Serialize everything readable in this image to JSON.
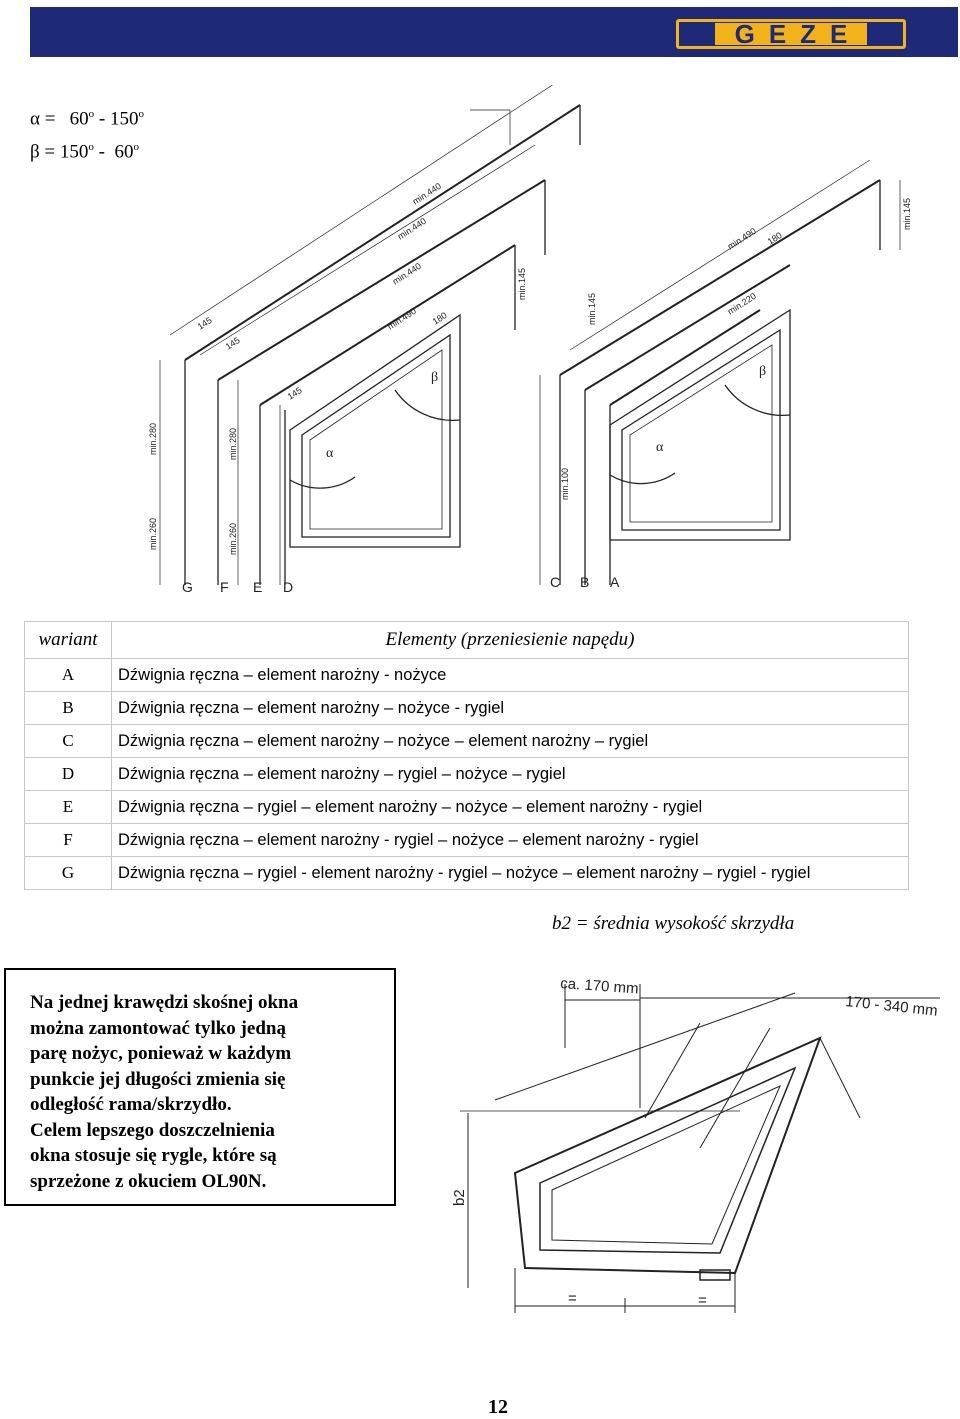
{
  "header": {
    "logo_text": "GEZE",
    "brand_color": "#1e2a78",
    "logo_color": "#f2b21a"
  },
  "angles": {
    "alpha_symbol": "α =",
    "alpha_from": "60",
    "alpha_to": "150",
    "beta_symbol": "β =",
    "beta_from": "150",
    "beta_to": "60",
    "degree": "o",
    "dash": "-"
  },
  "drawing_top": {
    "dims": [
      "min.440",
      "min.440",
      "min.440",
      "min.145",
      "min.145",
      "145",
      "145",
      "145",
      "min.490",
      "min.490",
      "min.220",
      "180",
      "180",
      "min.280",
      "min.280",
      "min.260",
      "min.260",
      "min.100",
      "min.145"
    ],
    "angle_labels": [
      "α",
      "β",
      "α",
      "β"
    ],
    "variant_labels_left": [
      "G",
      "F",
      "E",
      "D"
    ],
    "variant_labels_right": [
      "C",
      "B",
      "A"
    ]
  },
  "table": {
    "header_key": "wariant",
    "header_value": "Elementy (przeniesienie napędu)",
    "rows": [
      {
        "key": "A",
        "value": "Dźwignia ręczna – element narożny - nożyce"
      },
      {
        "key": "B",
        "value": "Dźwignia ręczna – element narożny – nożyce - rygiel"
      },
      {
        "key": "C",
        "value": "Dźwignia ręczna – element narożny – nożyce – element narożny – rygiel"
      },
      {
        "key": "D",
        "value": "Dźwignia ręczna – element narożny – rygiel – nożyce – rygiel"
      },
      {
        "key": "E",
        "value": "Dźwignia ręczna – rygiel – element narożny – nożyce – element narożny - rygiel"
      },
      {
        "key": "F",
        "value": "Dźwignia ręczna – element narożny - rygiel – nożyce – element narożny - rygiel"
      },
      {
        "key": "G",
        "value": "Dźwignia ręczna – rygiel - element narożny - rygiel – nożyce – element narożny – rygiel - rygiel"
      }
    ]
  },
  "caption": "b2 = średnia wysokość skrzydła",
  "note": {
    "lines": [
      "Na jednej krawędzi skośnej okna",
      "można zamontować tylko jedną",
      "parę nożyc, ponieważ w każdym",
      "punkcie jej długości zmienia się",
      "odległość rama/skrzydło.",
      "Celem lepszego doszczelnienia",
      "okna stosuje się rygle, które są",
      "sprzeżone z okuciem OL90N."
    ]
  },
  "drawing_bottom": {
    "dim_top": "ca. 170 mm",
    "dim_right": "170 - 340 mm",
    "dim_side": "b2",
    "equal_mark": "="
  },
  "page_number": "12"
}
